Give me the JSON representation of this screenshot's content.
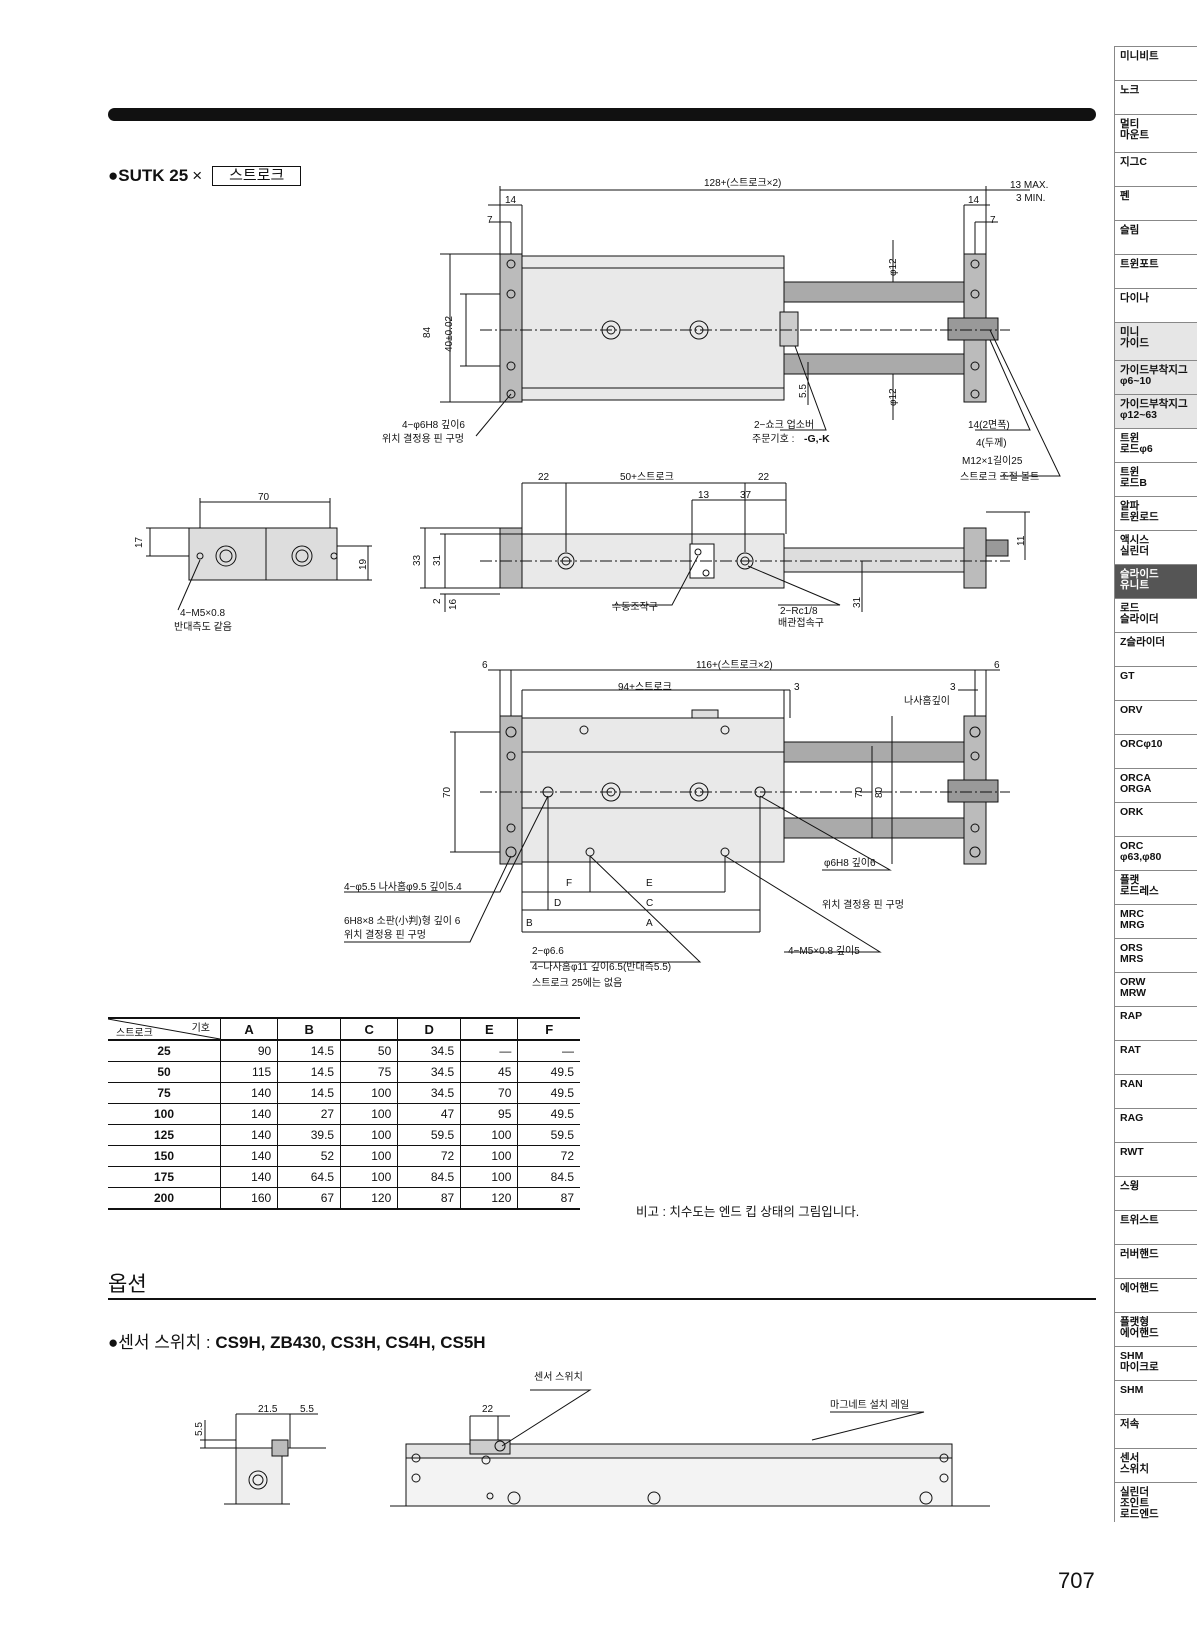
{
  "tabs": [
    {
      "label": "미니비트"
    },
    {
      "label": "노크"
    },
    {
      "label": "멀티\n마운트"
    },
    {
      "label": "지그C"
    },
    {
      "label": "펜"
    },
    {
      "label": "슬림"
    },
    {
      "label": "트윈포트"
    },
    {
      "label": "다이나"
    },
    {
      "label": "미니\n가이드"
    },
    {
      "label": "가이드부착지그\nφ6~10"
    },
    {
      "label": "가이드부착지그\nφ12~63"
    },
    {
      "label": "트윈\n로드φ6"
    },
    {
      "label": "트윈\n로드B"
    },
    {
      "label": "알파\n트윈로드"
    },
    {
      "label": "액시스\n실린더"
    },
    {
      "label": "슬라이드\n유니트"
    },
    {
      "label": "로드\n슬라이더"
    },
    {
      "label": "Z슬라이더"
    },
    {
      "label": "GT"
    },
    {
      "label": "ORV"
    },
    {
      "label": "ORCφ10"
    },
    {
      "label": "ORCA\nORGA"
    },
    {
      "label": "ORK"
    },
    {
      "label": "ORC\nφ63,φ80"
    },
    {
      "label": "플랫\n로드레스"
    },
    {
      "label": "MRC\nMRG"
    },
    {
      "label": "ORS\nMRS"
    },
    {
      "label": "ORW\nMRW"
    },
    {
      "label": "RAP"
    },
    {
      "label": "RAT"
    },
    {
      "label": "RAN"
    },
    {
      "label": "RAG"
    },
    {
      "label": "RWT"
    },
    {
      "label": "스윙"
    },
    {
      "label": "트위스트"
    },
    {
      "label": "러버핸드"
    },
    {
      "label": "에어핸드"
    },
    {
      "label": "플랫형\n에어핸드"
    },
    {
      "label": "SHM\n마이크로"
    },
    {
      "label": "SHM"
    },
    {
      "label": "저속"
    },
    {
      "label": "센서\n스위치"
    },
    {
      "label": "실린더\n조인트\n로드엔드"
    }
  ],
  "heading": {
    "model": "●SUTK 25",
    "times": "×",
    "box": "스트로크"
  },
  "drawing": {
    "d_overall": "128+(스트로크×2)",
    "d_14l": "14",
    "d_7l": "7",
    "d_14r": "14",
    "d_7r": "7",
    "d_max": "13 MAX.",
    "d_min": "3 MIN.",
    "d_84": "84",
    "d_40": "40±0.02",
    "d_phi12a": "φ12",
    "d_phi12b": "φ12",
    "d_55": "5.5",
    "n_pin": "4−φ6H8 깊이6",
    "n_pin2": "위치 결정용 핀 구멍",
    "n_shock": "2−쇼크 업소버",
    "n_order": "주문기호 : ",
    "n_order_code": "-G,-K",
    "n_14": "14(2면폭)",
    "n_4": "4(두께)",
    "n_m12": "M12×1길이25",
    "n_bolt": "스트로크 조절 볼트",
    "s_70": "70",
    "s_17": "17",
    "s_19": "19",
    "s_m5": "4−M5×0.8",
    "s_m5b": "반대측도 같음",
    "f_22a": "22",
    "f_50": "50+스트로크",
    "f_22b": "22",
    "f_13": "13",
    "f_37": "37",
    "f_33": "33",
    "f_31": "31",
    "f_2": "2",
    "f_16": "16",
    "f_11": "11",
    "f_31b": "31",
    "f_manual": "수동조작구",
    "f_rc": "2−Rc1/8",
    "f_port": "배관접속구",
    "b_6l": "6",
    "b_116": "116+(스트로크×2)",
    "b_6r": "6",
    "b_94": "94+스트로크",
    "b_3a": "3",
    "b_3b": "3",
    "b_tap": "나사홈깊이",
    "b_70": "70",
    "b_70b": "70",
    "b_80": "80",
    "b_phi55": "4−φ5.5 나사홈φ9.5 깊이5.4",
    "b_slot": "6H8×8 소판(小判)형 깊이 6",
    "b_slot2": "위치 결정용 핀 구멍",
    "b_F": "F",
    "b_E": "E",
    "b_D": "D",
    "b_C": "C",
    "b_B": "B",
    "b_A": "A",
    "b_phi6": "φ6H8 깊이6",
    "b_phi6b": "위치 결정용 핀 구멍",
    "b_m5": "4−M5×0.8 깊이5",
    "b_66": "2−φ6.6",
    "b_66b": "4−나사홈φ11 깊이6.5(반대측5.5)",
    "b_66c": "스트로크 25에는 없음"
  },
  "table": {
    "header_symbol": "기호",
    "header_stroke": "스트로크",
    "columns": [
      "A",
      "B",
      "C",
      "D",
      "E",
      "F"
    ],
    "rows": [
      [
        "25",
        "90",
        "14.5",
        "50",
        "34.5",
        "—",
        "—"
      ],
      [
        "50",
        "115",
        "14.5",
        "75",
        "34.5",
        "45",
        "49.5"
      ],
      [
        "75",
        "140",
        "14.5",
        "100",
        "34.5",
        "70",
        "49.5"
      ],
      [
        "100",
        "140",
        "27",
        "100",
        "47",
        "95",
        "49.5"
      ],
      [
        "125",
        "140",
        "39.5",
        "100",
        "59.5",
        "100",
        "59.5"
      ],
      [
        "150",
        "140",
        "52",
        "100",
        "72",
        "100",
        "72"
      ],
      [
        "175",
        "140",
        "64.5",
        "100",
        "84.5",
        "100",
        "84.5"
      ],
      [
        "200",
        "160",
        "67",
        "120",
        "87",
        "120",
        "87"
      ]
    ]
  },
  "note": "비고 : 치수도는 엔드 킵 상태의 그림입니다.",
  "option": {
    "title": "옵션",
    "sensor_prefix": "●센서 스위치 : ",
    "sensor_models": "CS9H, ZB430, CS3H, CS4H, CS5H",
    "o_215": "21.5",
    "o_55a": "5.5",
    "o_55b": "5.5",
    "o_22": "22",
    "o_sensor": "센서 스위치",
    "o_rail": "마그네트 설치 레일"
  },
  "page_number": "707"
}
